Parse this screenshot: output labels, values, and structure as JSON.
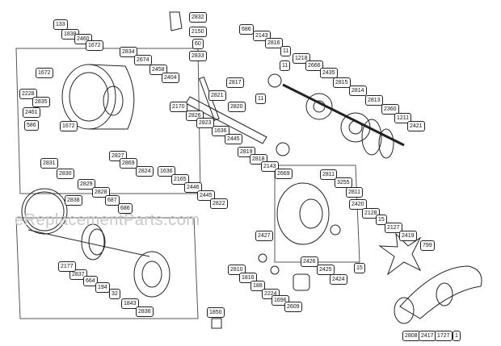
{
  "diagram": {
    "watermark": "eReplacementParts.com",
    "callouts": [
      "133",
      "1838",
      "2460",
      "1672",
      "2834",
      "2674",
      "2458",
      "2404",
      "2832",
      "2150",
      "60",
      "2833",
      "686",
      "2143",
      "2816",
      "11",
      "1218",
      "2666",
      "11",
      "2435",
      "2817",
      "11",
      "2815",
      "2814",
      "2813",
      "2360",
      "1211",
      "2421",
      "1672",
      "2228",
      "2835",
      "2461",
      "586",
      "1672",
      "2821",
      "2820",
      "2170",
      "2826",
      "1636",
      "2823",
      "2445",
      "2819",
      "2818",
      "2143",
      "2669",
      "2827",
      "2869",
      "2824",
      "1636",
      "2165",
      "2446",
      "2445",
      "2822",
      "2831",
      "2830",
      "2829",
      "2828",
      "687",
      "686",
      "2811",
      "3255",
      "2811",
      "2420",
      "2128",
      "15",
      "2127",
      "2419",
      "2427",
      "15",
      "799",
      "2838",
      "2837",
      "2177",
      "664",
      "194",
      "32",
      "1843",
      "2836",
      "2810",
      "1816",
      "188",
      "2224",
      "1696",
      "2609",
      "2426",
      "2425",
      "2424",
      "1850",
      "2808",
      "2417",
      "1727",
      "1"
    ]
  }
}
